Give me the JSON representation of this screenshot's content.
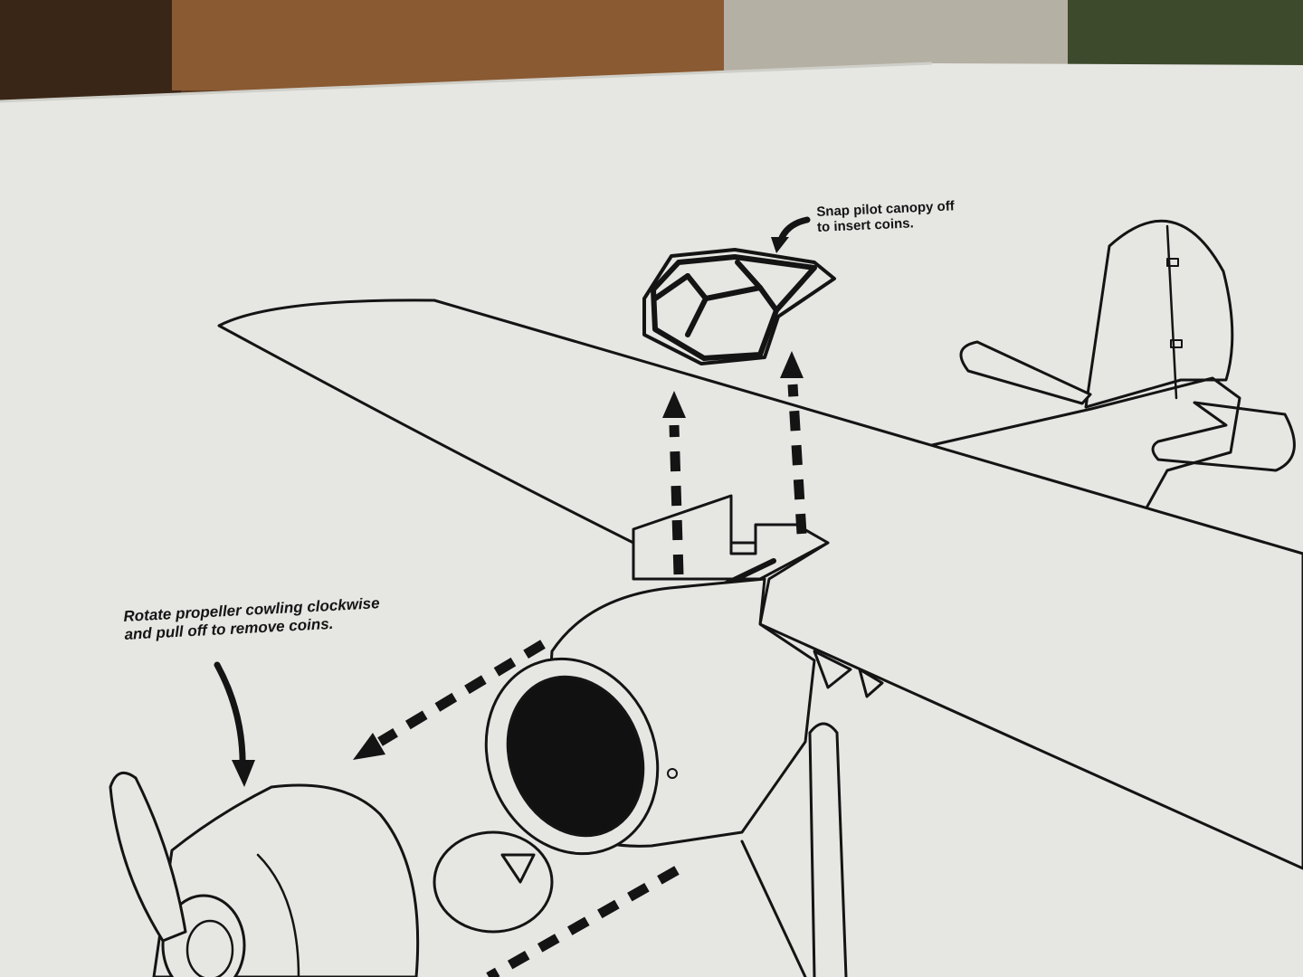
{
  "annotations": {
    "canopy": {
      "line1": "Snap pilot canopy off",
      "line2": "to insert coins."
    },
    "cowling": {
      "line1": "Rotate propeller cowling clockwise",
      "line2": "and pull off to remove coins."
    }
  },
  "colors": {
    "paper": "#e6e6e3",
    "ink": "#141414",
    "background_wood": "#5a3a22",
    "background_plant": "#3a4a2a"
  }
}
